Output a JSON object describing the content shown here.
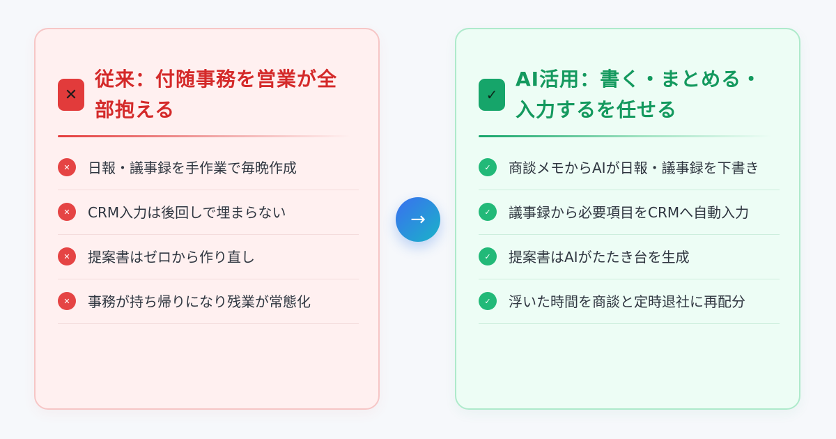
{
  "before": {
    "icon": "x-icon",
    "icon_glyph": "✕",
    "title": "従来：付随事務を営業が全部抱える",
    "accent_color": "#d42a2a",
    "items": [
      {
        "glyph": "✕",
        "text": "日報・議事録を手作業で毎晩作成"
      },
      {
        "glyph": "✕",
        "text": "CRM入力は後回しで埋まらない"
      },
      {
        "glyph": "✕",
        "text": "提案書はゼロから作り直し"
      },
      {
        "glyph": "✕",
        "text": "事務が持ち帰りになり残業が常態化"
      }
    ]
  },
  "arrow": {
    "icon": "right-arrow-icon",
    "glyph": "→"
  },
  "after": {
    "icon": "check-icon",
    "icon_glyph": "✓",
    "title": "AI活用：書く・まとめる・入力するを任せる",
    "accent_color": "#14995e",
    "items": [
      {
        "glyph": "✓",
        "text": "商談メモからAIが日報・議事録を下書き"
      },
      {
        "glyph": "✓",
        "text": "議事録から必要項目をCRMへ自動入力"
      },
      {
        "glyph": "✓",
        "text": "提案書はAIがたたき台を生成"
      },
      {
        "glyph": "✓",
        "text": "浮いた時間を商談と定時退社に再配分"
      }
    ]
  }
}
